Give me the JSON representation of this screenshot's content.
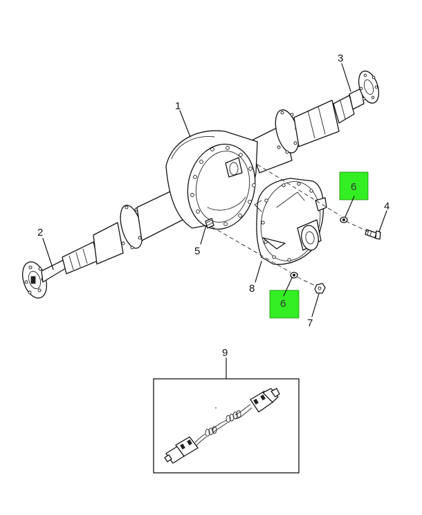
{
  "callouts": {
    "c1": "1",
    "c2": "2",
    "c3": "3",
    "c4": "4",
    "c5": "5",
    "c6a": "6",
    "c6b": "6",
    "c7": "7",
    "c8": "8",
    "c9": "9"
  },
  "colors": {
    "highlight": "#33ee22",
    "line": "#111111"
  }
}
